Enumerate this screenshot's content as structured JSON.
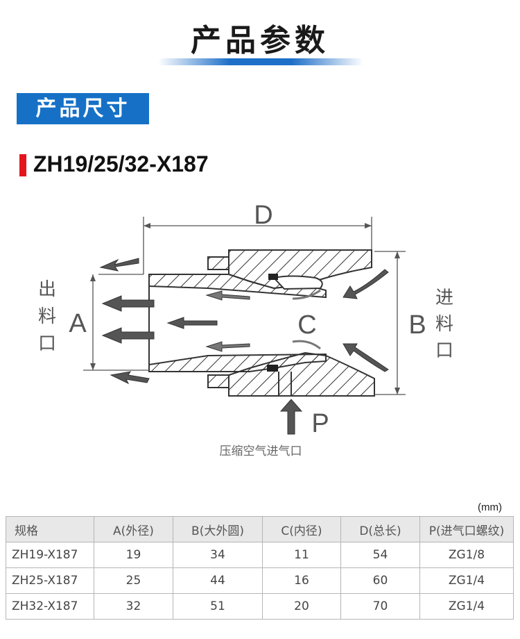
{
  "page_title": "产品参数",
  "section_tag": "产品尺寸",
  "model_heading": "ZH19/25/32-X187",
  "diagram": {
    "label_d": "D",
    "label_a": "A",
    "label_b": "B",
    "label_c": "C",
    "label_p": "P",
    "outlet_text": "出料口",
    "inlet_text": "进料口",
    "air_inlet_text": "压缩空气进气口"
  },
  "unit_note": "(mm)",
  "table": {
    "headers": [
      "规格",
      "A(外径)",
      "B(大外圆)",
      "C(内径)",
      "D(总长)",
      "P(进气口螺纹)"
    ],
    "rows": [
      [
        "ZH19-X187",
        "19",
        "34",
        "11",
        "54",
        "ZG1/8"
      ],
      [
        "ZH25-X187",
        "25",
        "44",
        "16",
        "60",
        "ZG1/4"
      ],
      [
        "ZH32-X187",
        "32",
        "51",
        "20",
        "70",
        "ZG1/4"
      ]
    ]
  },
  "colors": {
    "accent_blue": "#1671c6",
    "accent_red": "#e3141c"
  }
}
